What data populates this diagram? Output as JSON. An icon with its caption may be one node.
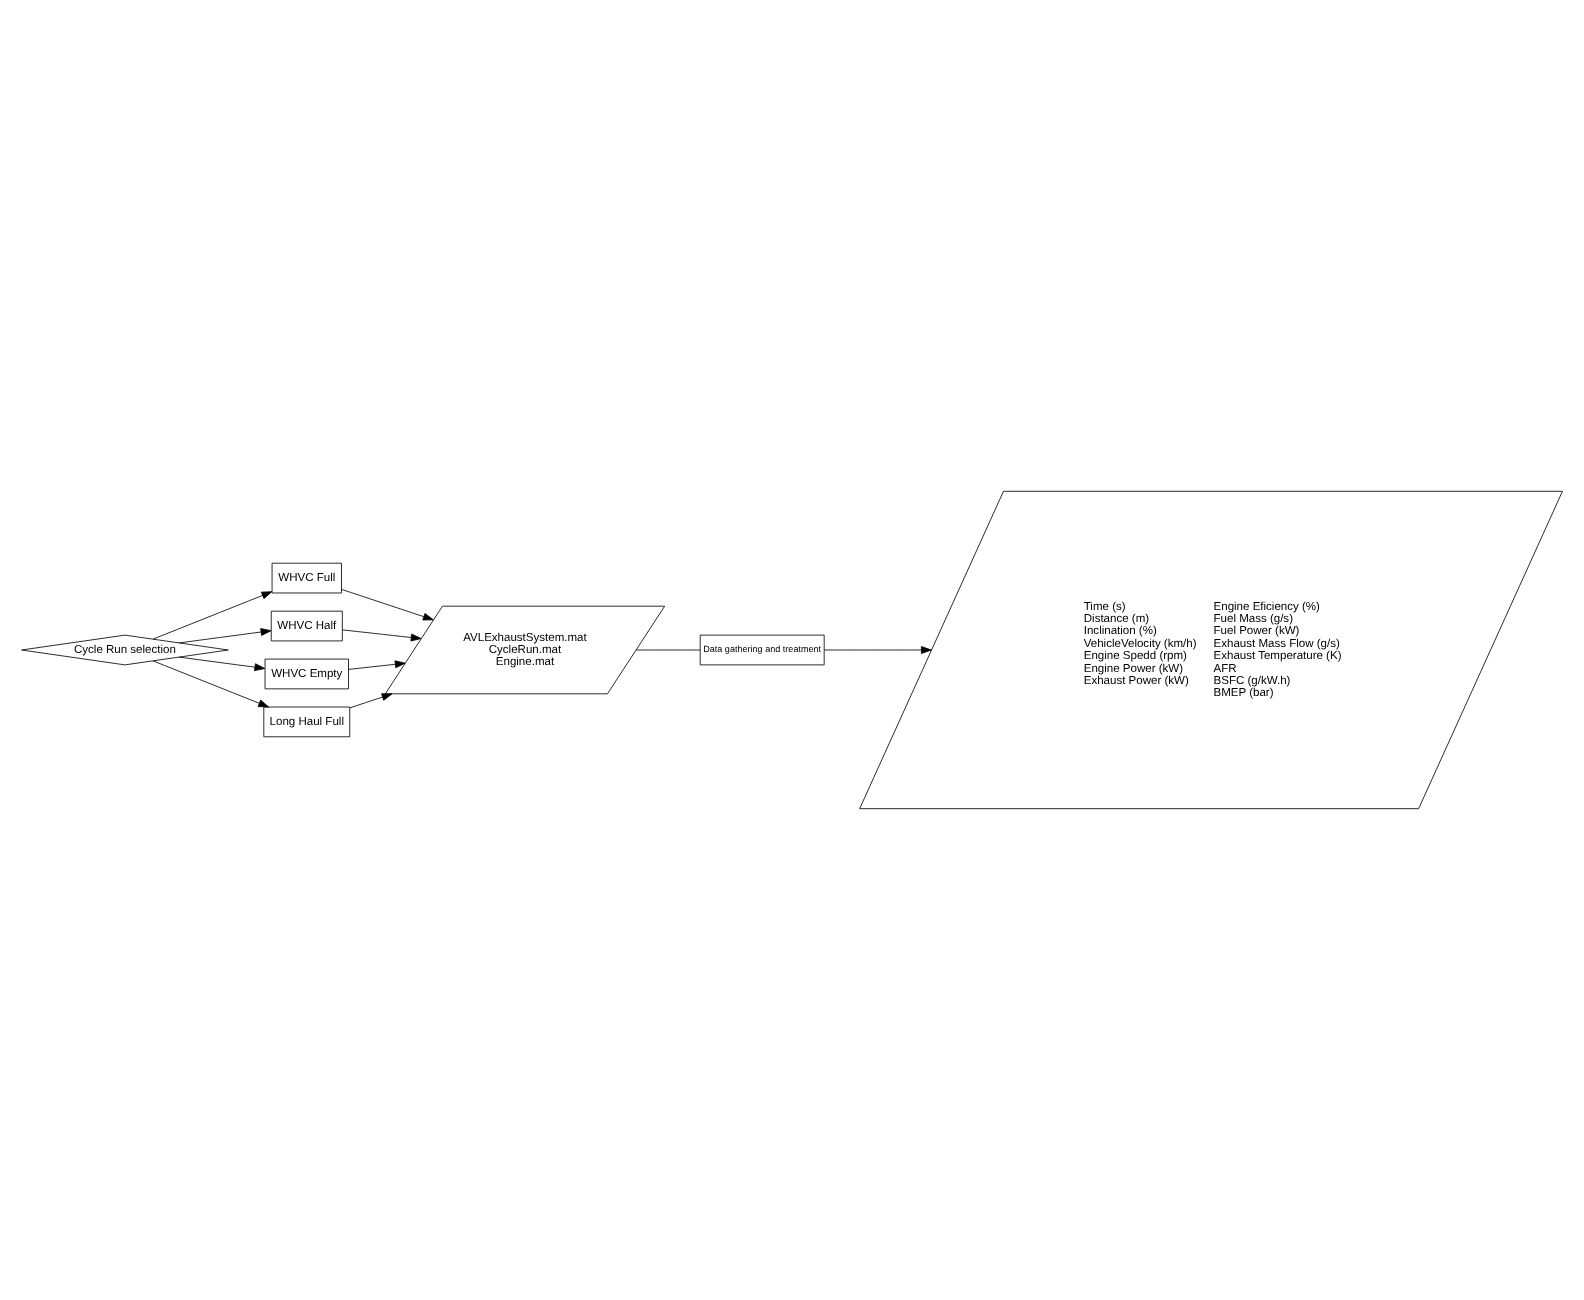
{
  "diagram": {
    "nodes": [
      {
        "text": [
          "Cycle Run selection"
        ]
      },
      {
        "text": [
          "WHVC Full"
        ]
      },
      {
        "text": [
          "WHVC Half"
        ]
      },
      {
        "text": [
          "WHVC Empty"
        ]
      },
      {
        "text": [
          "Long Haul Full"
        ]
      },
      {
        "text": [
          "AVLExhaustSystem.mat",
          "CycleRun.mat",
          "Engine.mat"
        ]
      },
      {
        "text": [
          "Data gathering and treatment"
        ]
      },
      {
        "text": [
          "Time (s)",
          "Distance (m)",
          "Inclination (%)",
          "VehicleVelocity (km/h)",
          "Engine Spedd (rpm)",
          "Engine Power (kW)",
          "Exhaust Power (kW)",
          "Engine Eficiency (%)",
          "Fuel Mass (g/s)",
          "Fuel Power (kW)",
          "Exhaust Mass Flow (g/s)",
          "Exhaust Temperature (K)",
          "AFR",
          "BSFC (g/kW.h)",
          "BMEP (bar)"
        ]
      }
    ],
    "edges": [
      {
        "from": 0,
        "to": 1,
        "arrow": "to"
      },
      {
        "from": 0,
        "to": 2,
        "arrow": "to"
      },
      {
        "from": 0,
        "to": 3,
        "arrow": "to"
      },
      {
        "from": 0,
        "to": 4,
        "arrow": "to"
      },
      {
        "from": 1,
        "to": 5,
        "arrow": "to"
      },
      {
        "from": 2,
        "to": 5,
        "arrow": "to"
      },
      {
        "from": 3,
        "to": 5,
        "arrow": "to"
      },
      {
        "from": 4,
        "to": 5,
        "arrow": "to"
      },
      {
        "from": 5,
        "to": 6,
        "arrow": "none"
      },
      {
        "from": 6,
        "to": 7,
        "arrow": "to"
      }
    ]
  }
}
